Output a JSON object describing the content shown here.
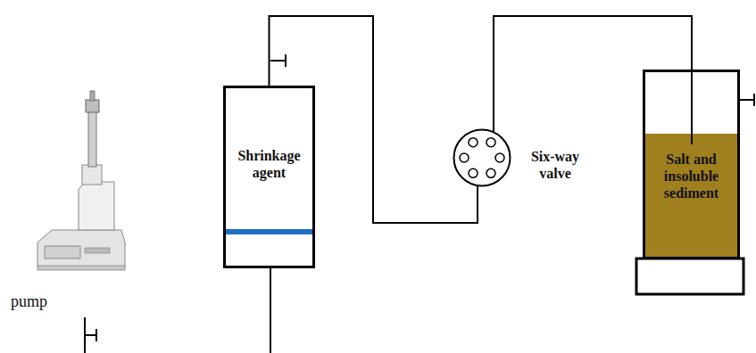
{
  "diagram": {
    "nodes": [
      {
        "text": [
          "Shrinkage agent"
        ]
      },
      {
        "text": [
          "Six-way valve"
        ]
      },
      {
        "text": [
          "Salt and insoluble sediment"
        ]
      }
    ],
    "edges": [
      {
        "from": 0,
        "to": 1,
        "arrow": "none"
      },
      {
        "from": 1,
        "to": 2,
        "arrow": "none"
      }
    ],
    "labels": [
      "pump"
    ]
  }
}
